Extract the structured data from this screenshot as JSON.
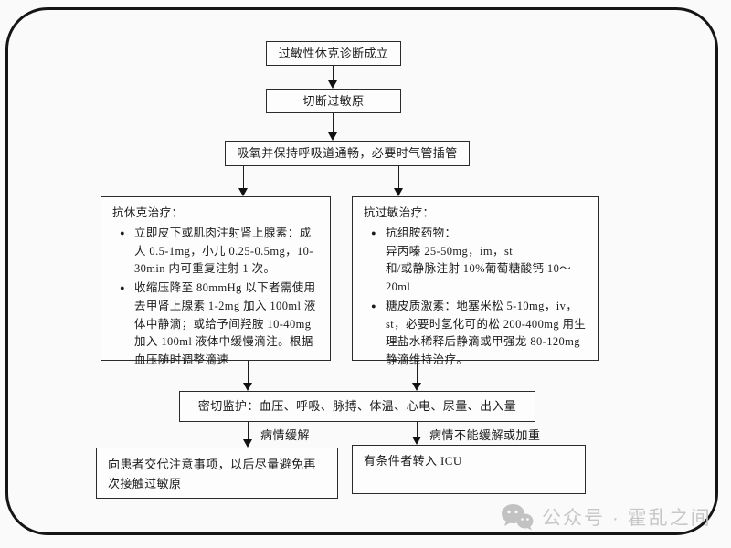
{
  "flowchart": {
    "step_diagnosis": "过敏性休克诊断成立",
    "step_cut_allergen": "切断过敏原",
    "step_airway": "吸氧并保持呼吸道通畅，必要时气管插管",
    "anti_shock": {
      "title": "抗休克治疗：",
      "bullets": [
        "立即皮下或肌肉注射肾上腺素：成人 0.5-1mg，小儿 0.25-0.5mg，10-30min 内可重复注射 1 次。",
        "收缩压降至 80mmHg 以下者需使用去甲肾上腺素 1-2mg 加入 100ml 液体中静滴；或给予间羟胺 10-40mg 加入 100ml 液体中缓慢滴注。根据血压随时调整滴速"
      ]
    },
    "anti_allergy": {
      "title": "抗过敏治疗：",
      "bullets": [
        "抗组胺药物：\n异丙嗪 25-50mg，im，st\n和/或静脉注射 10%葡萄糖酸钙 10～20ml",
        "糖皮质激素：地塞米松 5-10mg，iv，st，必要时氢化可的松 200-400mg 用生理盐水稀释后静滴或甲强龙 80-120mg 静滴维持治疗。"
      ]
    },
    "monitor": "密切监护：血压、呼吸、脉搏、体温、心电、尿量、出入量",
    "branch_relieved_label": "病情缓解",
    "branch_worsened_label": "病情不能缓解或加重",
    "outcome_advice": "向患者交代注意事项，以后尽量避免再次接触过敏原",
    "outcome_icu": "有条件者转入 ICU"
  },
  "icons": {
    "bullet": "●"
  },
  "watermark": {
    "text": "公众号 · 霍乱之间"
  },
  "colors": {
    "line": "#1d1d1d",
    "box_border": "#2b2b2b",
    "watermark_gray": "#c7c7c7",
    "background": "#fafafa"
  }
}
